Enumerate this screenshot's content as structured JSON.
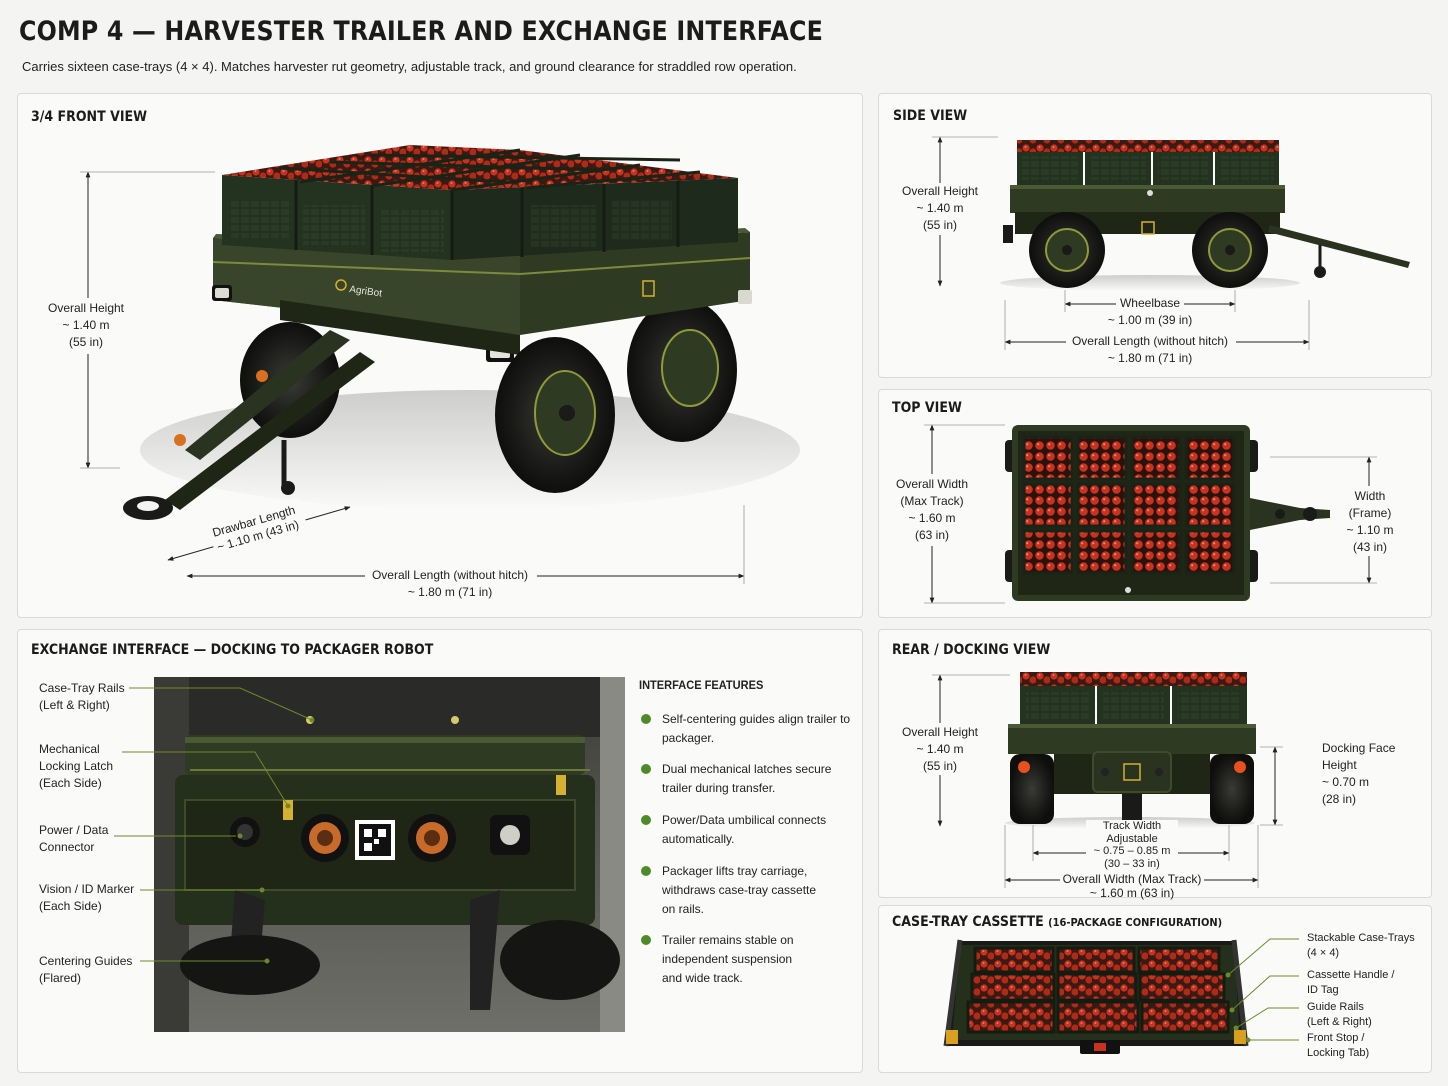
{
  "header": {
    "title": "COMP 4 — HARVESTER TRAILER AND EXCHANGE INTERFACE",
    "subtitle": "Carries sixteen case-trays (4 × 4). Matches harvester rut geometry, adjustable track, and ground clearance for straddled row operation."
  },
  "front_view": {
    "title": "3/4 FRONT VIEW",
    "brand": "AgriBot",
    "height": {
      "name": "Overall Height",
      "metric": "~ 1.40 m",
      "imperial": "(55 in)"
    },
    "drawbar": {
      "name": "Drawbar Length",
      "value": "~ 1.10 m (43 in)"
    },
    "length": {
      "name": "Overall Length (without hitch)",
      "value": "~ 1.80 m (71 in)"
    }
  },
  "side_view": {
    "title": "SIDE VIEW",
    "height": {
      "name": "Overall Height",
      "metric": "~ 1.40 m",
      "imperial": "(55 in)"
    },
    "wheelbase": {
      "name": "Wheelbase",
      "value": "~ 1.00 m (39 in)"
    },
    "length": {
      "name": "Overall Length (without hitch)",
      "value": "~ 1.80 m (71 in)"
    }
  },
  "top_view": {
    "title": "TOP VIEW",
    "width_track": {
      "line1": "Overall Width",
      "line2": "(Max Track)",
      "metric": "~ 1.60 m",
      "imperial": "(63 in)"
    },
    "width_frame": {
      "line1": "Width",
      "line2": "(Frame)",
      "metric": "~ 1.10 m",
      "imperial": "(43 in)"
    }
  },
  "exchange": {
    "title": "EXCHANGE INTERFACE — DOCKING TO PACKAGER ROBOT",
    "callouts": [
      {
        "line1": "Case-Tray Rails",
        "line2": "(Left & Right)",
        "line3": ""
      },
      {
        "line1": "Mechanical",
        "line2": "Locking Latch",
        "line3": "(Each Side)"
      },
      {
        "line1": "Power / Data",
        "line2": "Connector",
        "line3": ""
      },
      {
        "line1": "Vision / ID Marker",
        "line2": "(Each Side)",
        "line3": ""
      },
      {
        "line1": "Centering Guides",
        "line2": "(Flared)",
        "line3": ""
      }
    ],
    "features_title": "INTERFACE FEATURES",
    "features": [
      "Self-centering guides align trailer to packager.",
      "Dual mechanical latches secure trailer during transfer.",
      "Power/Data umbilical connects automatically.",
      "Packager lifts tray carriage, withdraws case-tray cassette on rails.",
      "Trailer remains stable on independent suspension and wide track."
    ]
  },
  "rear_view": {
    "title": "REAR / DOCKING VIEW",
    "height": {
      "name": "Overall Height",
      "metric": "~ 1.40 m",
      "imperial": "(55 in)"
    },
    "docking": {
      "line1": "Docking Face",
      "line2": "Height",
      "metric": "~ 0.70 m",
      "imperial": "(28 in)"
    },
    "track": {
      "line1": "Track Width",
      "line2": "Adjustable",
      "metric": "~ 0.75 – 0.85 m",
      "imperial": "(30 – 33 in)"
    },
    "width": {
      "name": "Overall Width (Max Track)",
      "value": "~ 1.60 m (63 in)"
    }
  },
  "cassette": {
    "title": "CASE-TRAY CASSETTE",
    "title_small": "(16-PACKAGE CONFIGURATION)",
    "callouts": [
      {
        "line1": "Stackable Case-Trays",
        "line2": "(4 × 4)"
      },
      {
        "line1": "Cassette Handle /",
        "line2": "ID Tag"
      },
      {
        "line1": "Guide Rails",
        "line2": "(Left & Right)"
      },
      {
        "line1": "Front Stop /",
        "line2": "Locking Tab)"
      }
    ]
  },
  "colors": {
    "olive": "#2f3a22",
    "olive_dark": "#1f2616",
    "tray": "#243320",
    "tomato": "#c8321f",
    "accent_green": "#4e8a2a",
    "panel_bg": "#fafaf9"
  }
}
